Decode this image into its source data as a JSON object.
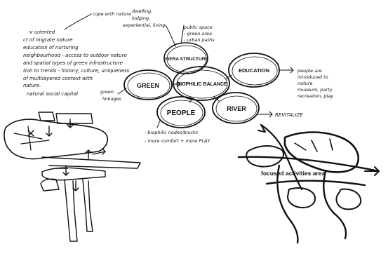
{
  "left_notes": [
    "-v oriented",
    "ct of migrate nature",
    "education of nurturing",
    "neighbourhood - access to outdoor nature",
    "and spatial types of green infrastructure",
    "tion to trends - history, culture, uniqueness",
    "of multilayered context with",
    "nature.",
    "natural social capital"
  ],
  "top_notes": [
    "cope with nature",
    "dwelling,",
    "lodging,",
    "experiential, living"
  ],
  "infra_notes": [
    "public space",
    "- green area",
    "- urban paths"
  ],
  "bubbles": {
    "green": "GREEN",
    "infrastructure": "INFRA STRUCTURE",
    "biophilic": "BIOPHILIC BALANCE",
    "education": "EDUCATION",
    "people": "PEOPLE",
    "river": "RIVER"
  },
  "green_note": [
    "green",
    "linkages"
  ],
  "people_nature_note": [
    "people are",
    "introduced to",
    "nature",
    "museum, party",
    "recreation, play"
  ],
  "revitalize": "REVITALIZE",
  "bottom_notes": [
    "- biophilic nodes/blocks",
    "- more comfort + more PLAY"
  ],
  "focus_label": "focused activities area"
}
